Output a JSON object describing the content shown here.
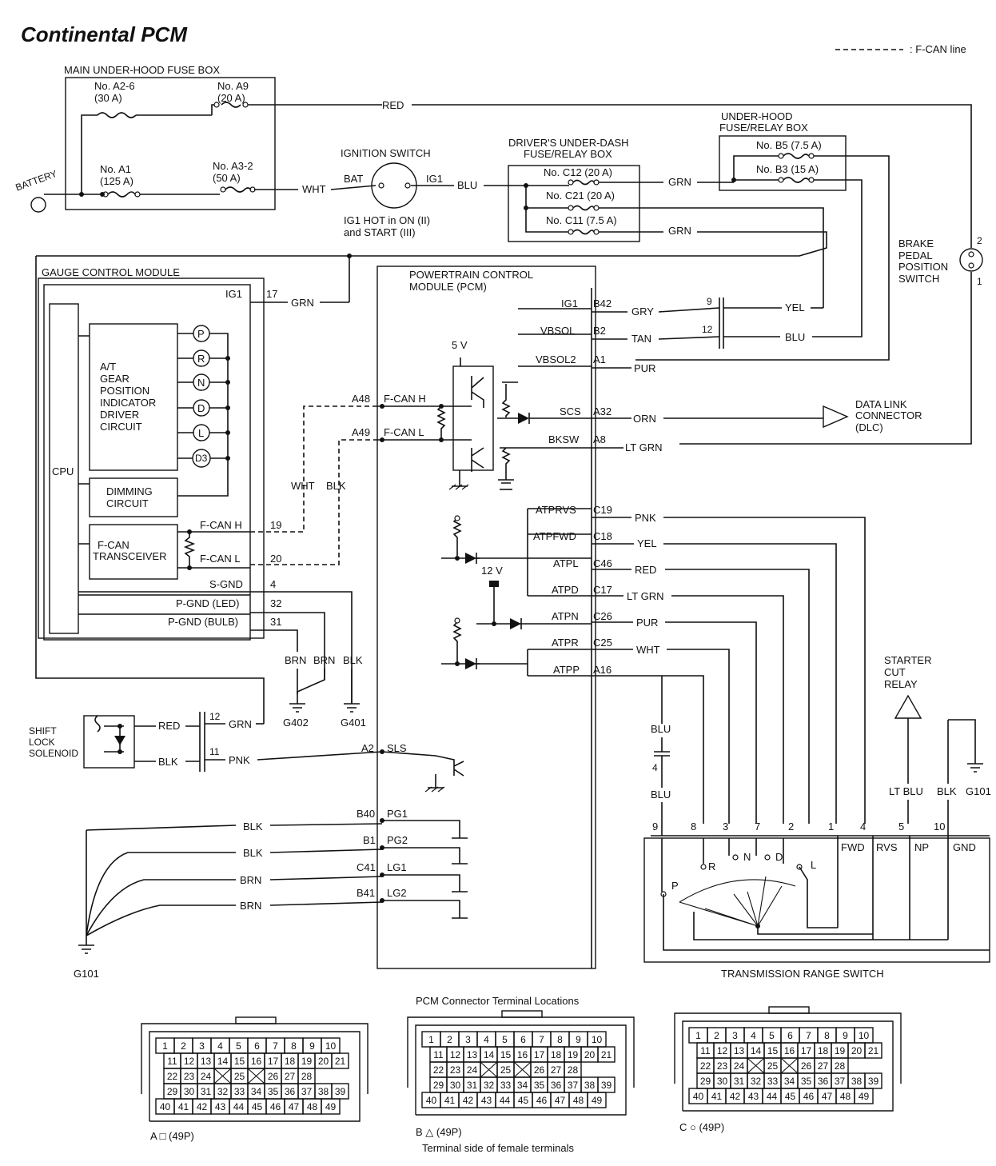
{
  "title": "Continental PCM",
  "legend": {
    "fcan": ": F-CAN line"
  },
  "main_fuse_box": {
    "title": "MAIN UNDER-HOOD FUSE BOX",
    "fuses": [
      {
        "no": "No. A2-6",
        "rating": "(30 A)"
      },
      {
        "no": "No. A9",
        "rating": "(20 A)"
      },
      {
        "no": "No. A1",
        "rating": "(125 A)"
      },
      {
        "no": "No. A3-2",
        "rating": "(50 A)"
      }
    ],
    "battery": "BATTERY"
  },
  "ignition": {
    "title": "IGNITION SWITCH",
    "bat": "BAT",
    "ig1": "IG1",
    "note1": "IG1 HOT in ON (II)",
    "note2": "and START (III)"
  },
  "dash_box": {
    "title1": "DRIVER'S UNDER-DASH",
    "title2": "FUSE/RELAY BOX",
    "fuses": [
      "No. C12 (20 A)",
      "No. C21 (20 A)",
      "No. C11 (7.5 A)"
    ]
  },
  "hood_box": {
    "title1": "UNDER-HOOD",
    "title2": "FUSE/RELAY BOX",
    "fuses": [
      "No. B5 (7.5 A)",
      "No. B3 (15 A)"
    ]
  },
  "wires": {
    "red": "RED",
    "wht": "WHT",
    "blu": "BLU",
    "grn": "GRN",
    "gry": "GRY",
    "yel": "YEL",
    "tan": "TAN",
    "pur": "PUR",
    "orn": "ORN",
    "ltgrn": "LT GRN",
    "pnk": "PNK",
    "brn": "BRN",
    "blk": "BLK",
    "ltblu": "LT BLU"
  },
  "brake": {
    "l1": "BRAKE",
    "l2": "PEDAL",
    "l3": "POSITION",
    "l4": "SWITCH",
    "p2": "2",
    "p1": "1"
  },
  "dlc": {
    "l1": "DATA LINK",
    "l2": "CONNECTOR",
    "l3": "(DLC)"
  },
  "gcm": {
    "title": "GAUGE CONTROL MODULE",
    "ig1": "IG1",
    "ig1_pin": "17",
    "cpu": "CPU",
    "driver": [
      "A/T",
      "GEAR",
      "POSITION",
      "INDICATOR",
      "DRIVER",
      "CIRCUIT"
    ],
    "indicators": [
      "P",
      "R",
      "N",
      "D",
      "L",
      "D3"
    ],
    "dimming": [
      "DIMMING",
      "CIRCUIT"
    ],
    "transceiver": [
      "F-CAN",
      "TRANSCEIVER"
    ],
    "pins": [
      {
        "name": "F-CAN H",
        "no": "19"
      },
      {
        "name": "F-CAN L",
        "no": "20"
      },
      {
        "name": "S-GND",
        "no": "4"
      },
      {
        "name": "P-GND (LED)",
        "no": "32"
      },
      {
        "name": "P-GND (BULB)",
        "no": "31"
      }
    ]
  },
  "pcm": {
    "title1": "POWERTRAIN CONTROL",
    "title2": "MODULE (PCM)",
    "v5": "5 V",
    "v12": "12 V",
    "right_pins": [
      {
        "name": "IG1",
        "no": "B42",
        "wire": "GRY"
      },
      {
        "name": "VBSOL",
        "no": "B2",
        "wire": "TAN"
      },
      {
        "name": "VBSOL2",
        "no": "A1",
        "wire": "PUR"
      },
      {
        "name": "SCS",
        "no": "A32",
        "wire": "ORN"
      },
      {
        "name": "BKSW",
        "no": "A8",
        "wire": "LT GRN"
      },
      {
        "name": "ATPRVS",
        "no": "C19",
        "wire": "PNK"
      },
      {
        "name": "ATPFWD",
        "no": "C18",
        "wire": "YEL"
      },
      {
        "name": "ATPL",
        "no": "C46",
        "wire": "RED"
      },
      {
        "name": "ATPD",
        "no": "C17",
        "wire": "LT GRN"
      },
      {
        "name": "ATPN",
        "no": "C26",
        "wire": "PUR"
      },
      {
        "name": "ATPR",
        "no": "C25",
        "wire": "WHT"
      },
      {
        "name": "ATPP",
        "no": "A16",
        "wire": ""
      }
    ],
    "can_pins": [
      {
        "no": "A48",
        "name": "F-CAN H"
      },
      {
        "no": "A49",
        "name": "F-CAN L"
      }
    ],
    "left_pins": [
      {
        "no": "A2",
        "name": "SLS",
        "wire": "PNK"
      },
      {
        "no": "B40",
        "name": "PG1",
        "wire": "BLK"
      },
      {
        "no": "B1",
        "name": "PG2",
        "wire": "BLK"
      },
      {
        "no": "C41",
        "name": "LG1",
        "wire": "BRN"
      },
      {
        "no": "B41",
        "name": "LG2",
        "wire": "BRN"
      }
    ],
    "tan_conn": {
      "yel_pin": "9",
      "blu_pin": "12"
    }
  },
  "grounds": {
    "g402": "G402",
    "g401": "G401",
    "g101": "G101",
    "g101b": "G101"
  },
  "shift_lock": {
    "l1": "SHIFT",
    "l2": "LOCK",
    "l3": "SOLENOID",
    "pin_red": "12",
    "pin_blk": "11"
  },
  "atp_conn": {
    "pin": "4"
  },
  "starter": {
    "l1": "STARTER",
    "l2": "CUT",
    "l3": "RELAY"
  },
  "trs": {
    "title": "TRANSMISSION RANGE SWITCH",
    "pins": [
      "9",
      "8",
      "3",
      "7",
      "2",
      "1",
      "4",
      "5",
      "10"
    ],
    "positions": [
      "P",
      "R",
      "N",
      "D",
      "L"
    ],
    "outputs": [
      "FWD",
      "RVS",
      "NP",
      "GND"
    ]
  },
  "connectors": {
    "title": "PCM Connector Terminal Locations",
    "labels": [
      "A □ (49P)",
      "B △ (49P)",
      "C ○ (49P)"
    ],
    "note": "Terminal side of female terminals",
    "rows": [
      [
        "1",
        "2",
        "3",
        "4",
        "5",
        "6",
        "7",
        "8",
        "9",
        "10"
      ],
      [
        "11",
        "12",
        "13",
        "14",
        "15",
        "16",
        "17",
        "18",
        "19",
        "20",
        "21"
      ],
      [
        "22",
        "23",
        "24",
        "",
        "25",
        "",
        "26",
        "27",
        "28"
      ],
      [
        "29",
        "30",
        "31",
        "32",
        "33",
        "34",
        "35",
        "36",
        "37",
        "38",
        "39"
      ],
      [
        "40",
        "41",
        "42",
        "43",
        "44",
        "45",
        "46",
        "47",
        "48",
        "49"
      ]
    ]
  }
}
